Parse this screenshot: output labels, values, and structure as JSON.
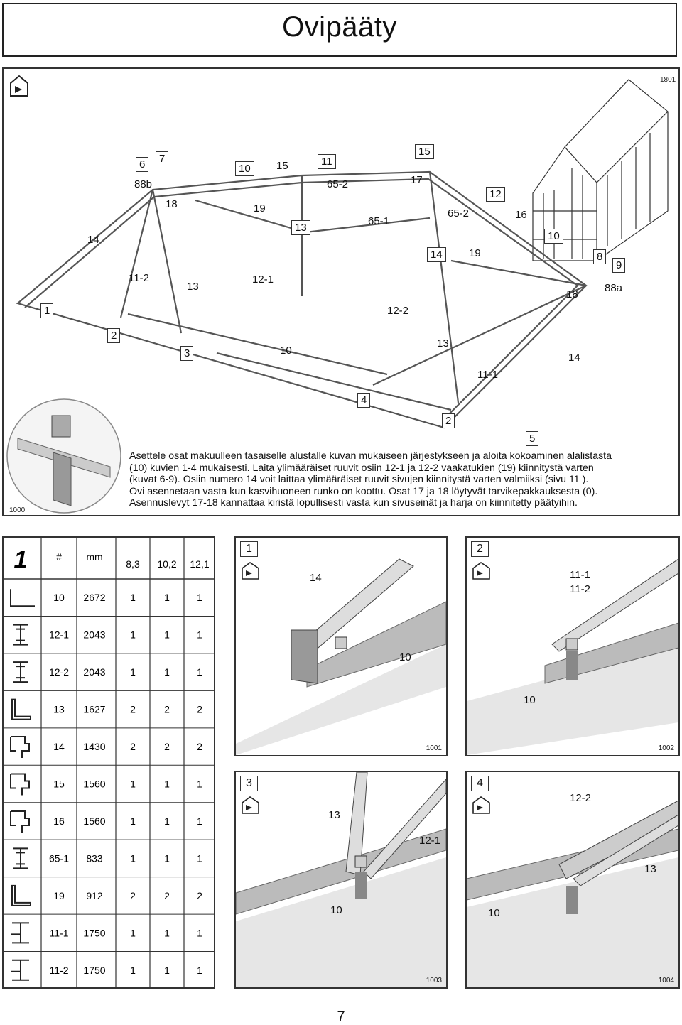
{
  "title": "Ovipääty",
  "main": {
    "code": "1801",
    "detail_code": "1000",
    "instructions": [
      "Asettele osat makuulleen tasaiselle alustalle kuvan mukaiseen järjestykseen ja aloita kokoaminen alalistasta",
      "(10) kuvien 1-4 mukaisesti. Laita ylimääräiset ruuvit osiin 12-1 ja 12-2 vaakatukien (19) kiinnitystä varten",
      "(kuvat 6-9). Osiin numero 14 voit laittaa ylimääräiset ruuvit sivujen kiinnitystä varten valmiiksi (sivu 11 ).",
      "Ovi asennetaan vasta kun kasvihuoneen runko on koottu. Osat 17 ja 18 löytyvät tarvikepakkauksesta (0).",
      "Asennuslevyt 17-18 kannattaa kiristä lopullisesti vasta kun sivuseinät ja harja on kiinnitetty päätyihin."
    ],
    "callouts": [
      "6",
      "7",
      "10",
      "11",
      "15",
      "12",
      "10",
      "14",
      "8",
      "9",
      "1",
      "2",
      "3",
      "4",
      "2",
      "5",
      "13"
    ],
    "labels": [
      "88b",
      "15",
      "65-2",
      "17",
      "18",
      "19",
      "65-1",
      "65-2",
      "16",
      "14",
      "11-2",
      "13",
      "12-1",
      "19",
      "18",
      "88a",
      "12-2",
      "10",
      "13",
      "14",
      "11-1"
    ]
  },
  "table": {
    "step": "1",
    "headers": [
      "#",
      "mm",
      "8,3",
      "10,2",
      "12,1"
    ],
    "rows": [
      {
        "part": "10",
        "mm": "2672",
        "a": "1",
        "b": "1",
        "c": "1",
        "icon": "angle-profile-icon"
      },
      {
        "part": "12-1",
        "mm": "2043",
        "a": "1",
        "b": "1",
        "c": "1",
        "icon": "i-beam-profile-icon"
      },
      {
        "part": "12-2",
        "mm": "2043",
        "a": "1",
        "b": "1",
        "c": "1",
        "icon": "i-beam-profile-icon"
      },
      {
        "part": "13",
        "mm": "1627",
        "a": "2",
        "b": "2",
        "c": "2",
        "icon": "l-profile-icon"
      },
      {
        "part": "14",
        "mm": "1430",
        "a": "2",
        "b": "2",
        "c": "2",
        "icon": "corner-profile-icon"
      },
      {
        "part": "15",
        "mm": "1560",
        "a": "1",
        "b": "1",
        "c": "1",
        "icon": "corner-profile-icon"
      },
      {
        "part": "16",
        "mm": "1560",
        "a": "1",
        "b": "1",
        "c": "1",
        "icon": "corner-profile-icon"
      },
      {
        "part": "65-1",
        "mm": "833",
        "a": "1",
        "b": "1",
        "c": "1",
        "icon": "i-beam-profile-icon"
      },
      {
        "part": "19",
        "mm": "912",
        "a": "2",
        "b": "2",
        "c": "2",
        "icon": "l-profile-icon"
      },
      {
        "part": "11-1",
        "mm": "1750",
        "a": "1",
        "b": "1",
        "c": "1",
        "icon": "t-profile-icon"
      },
      {
        "part": "11-2",
        "mm": "1750",
        "a": "1",
        "b": "1",
        "c": "1",
        "icon": "t-profile-icon"
      }
    ]
  },
  "panels": [
    {
      "num": "1",
      "code": "1001",
      "labels": [
        "14",
        "10"
      ]
    },
    {
      "num": "2",
      "code": "1002",
      "labels": [
        "11-1",
        "11-2",
        "10"
      ]
    },
    {
      "num": "3",
      "code": "1003",
      "labels": [
        "13",
        "12-1",
        "10"
      ]
    },
    {
      "num": "4",
      "code": "1004",
      "labels": [
        "12-2",
        "13",
        "10"
      ]
    }
  ],
  "page_number": "7"
}
